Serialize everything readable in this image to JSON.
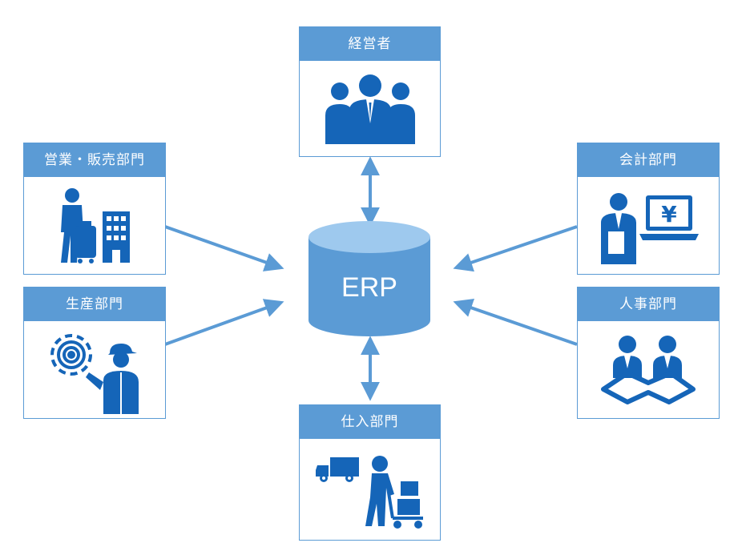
{
  "center": {
    "label": "ERP"
  },
  "departments": {
    "executive": {
      "label": "経営者",
      "icon": "business-people-icon"
    },
    "sales": {
      "label": "営業・販売部門",
      "icon": "traveling-salesperson-icon"
    },
    "production": {
      "label": "生産部門",
      "icon": "gear-worker-icon"
    },
    "accounting": {
      "label": "会計部門",
      "icon": "accountant-yen-laptop-icon"
    },
    "hr": {
      "label": "人事部門",
      "icon": "interview-table-icon"
    },
    "purchasing": {
      "label": "仕入部門",
      "icon": "delivery-truck-cart-icon"
    }
  },
  "colors": {
    "accent": "#5b9bd5",
    "db_top": "#9ec9ee",
    "db_body": "#5b9bd5",
    "icon": "#1565b8"
  }
}
